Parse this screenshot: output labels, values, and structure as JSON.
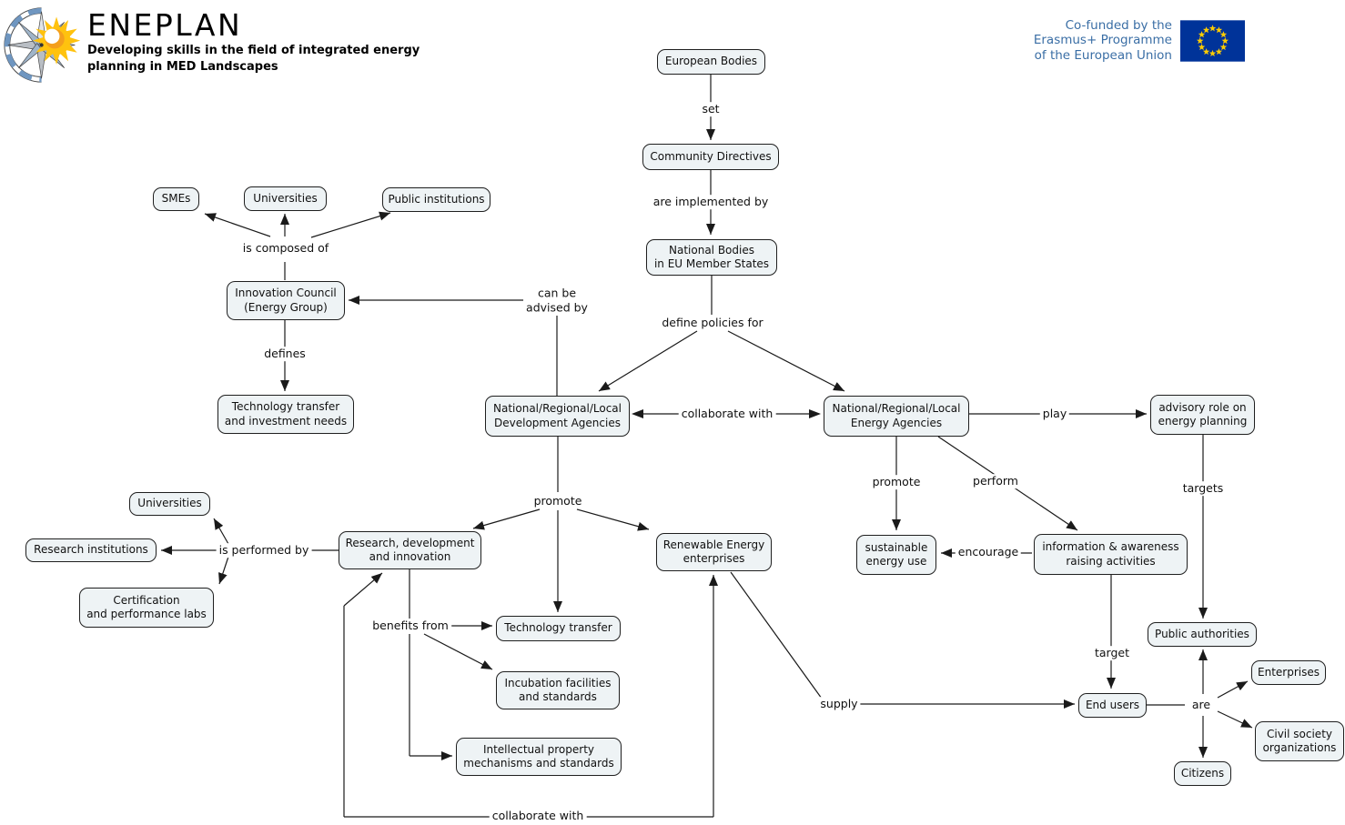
{
  "header": {
    "logo_title": "ENEPLAN",
    "logo_tagline": "Developing skills in the field of integrated energy\nplanning in MED Landscapes",
    "eu_funding": "Co-funded by the\nErasmus+ Programme\nof the European Union"
  },
  "colors": {
    "node_fill": "#eef3f5",
    "node_border": "#1f1f1f",
    "line": "#1a1a1a",
    "eu_text": "#3a6ea5",
    "flag_blue": "#003399",
    "star_yellow": "#ffcc00",
    "sun_yellow": "#ffc20e",
    "sun_orange": "#f49f1c",
    "compass_blue": "#6f96c0",
    "compass_gray": "#b9bec4"
  },
  "map": {
    "nodes": {
      "european_bodies": "European Bodies",
      "community_directives": "Community Directives",
      "national_bodies": "National Bodies\nin EU Member States",
      "smes": "SMEs",
      "universities_top": "Universities",
      "public_institutions": "Public institutions",
      "innovation_council": "Innovation Council\n(Energy Group)",
      "technology_transfer_needs": "Technology transfer\nand investment needs",
      "development_agencies": "National/Regional/Local\nDevelopment Agencies",
      "energy_agencies": "National/Regional/Local\nEnergy Agencies",
      "advisory_role": "advisory role on\nenergy planning",
      "rdi": "Research, development\nand innovation",
      "renewable_energy": "Renewable Energy\nenterprises",
      "universities_left": "Universities",
      "research_institutions": "Research institutions",
      "certification_labs": "Certification\nand performance labs",
      "technology_transfer": "Technology transfer",
      "incubation": "Incubation facilities\nand standards",
      "intellectual_property": "Intellectual property\nmechanisms and standards",
      "sustainable_energy": "sustainable\nenergy use",
      "info_awareness": "information & awareness\nraising activities",
      "public_authorities": "Public authorities",
      "end_users": "End users",
      "enterprises": "Enterprises",
      "civil_society": "Civil society\norganizations",
      "citizens": "Citizens"
    },
    "links": {
      "set": "set",
      "are_implemented_by": "are implemented by",
      "define_policies_for": "define policies for",
      "is_composed_of": "is composed of",
      "can_be_advised_by": "can be\nadvised by",
      "defines": "defines",
      "collaborate_with": "collaborate with",
      "play": "play",
      "targets": "targets",
      "promote_development": "promote",
      "is_performed_by": "is performed by",
      "benefits_from": "benefits from",
      "collaborate_with_bottom": "collaborate with",
      "supply": "supply",
      "promote_energy": "promote",
      "perform": "perform",
      "encourage": "encourage",
      "target": "target",
      "are": "are"
    }
  }
}
